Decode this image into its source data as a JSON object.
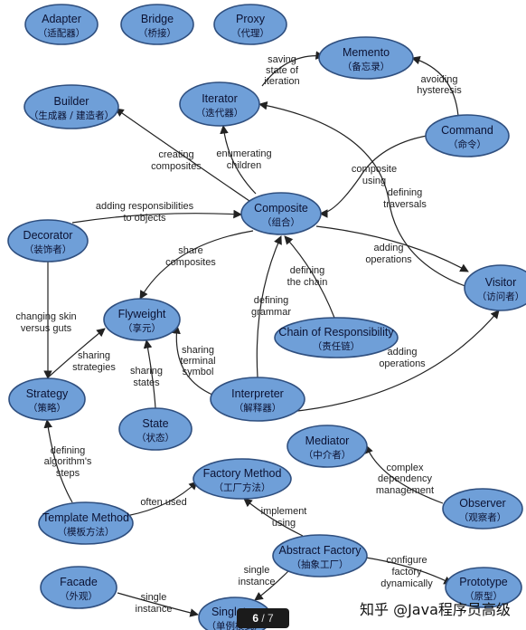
{
  "nodes": [
    {
      "id": "adapter",
      "name": "Adapter",
      "cn": "（适配器）"
    },
    {
      "id": "bridge",
      "name": "Bridge",
      "cn": "（桥接）"
    },
    {
      "id": "proxy",
      "name": "Proxy",
      "cn": "（代理）"
    },
    {
      "id": "memento",
      "name": "Memento",
      "cn": "（备忘录）"
    },
    {
      "id": "builder",
      "name": "Builder",
      "cn": "（生成器 / 建造者）"
    },
    {
      "id": "iterator",
      "name": "Iterator",
      "cn": "（迭代器）"
    },
    {
      "id": "command",
      "name": "Command",
      "cn": "（命令）"
    },
    {
      "id": "composite",
      "name": "Composite",
      "cn": "（组合）"
    },
    {
      "id": "decorator",
      "name": "Decorator",
      "cn": "（装饰者）"
    },
    {
      "id": "visitor",
      "name": "Visitor",
      "cn": "（访问者）"
    },
    {
      "id": "flyweight",
      "name": "Flyweight",
      "cn": "（享元）"
    },
    {
      "id": "chain",
      "name": "Chain of Responsibility",
      "cn": "（责任链）"
    },
    {
      "id": "strategy",
      "name": "Strategy",
      "cn": "（策略）"
    },
    {
      "id": "interpreter",
      "name": "Interpreter",
      "cn": "（解释器）"
    },
    {
      "id": "state",
      "name": "State",
      "cn": "（状态）"
    },
    {
      "id": "mediator",
      "name": "Mediator",
      "cn": "（中介者）"
    },
    {
      "id": "factory_method",
      "name": "Factory Method",
      "cn": "（工厂方法）"
    },
    {
      "id": "template_method",
      "name": "Template Method",
      "cn": "（模板方法）"
    },
    {
      "id": "observer",
      "name": "Observer",
      "cn": "（观察者）"
    },
    {
      "id": "abstract_factory",
      "name": "Abstract Factory",
      "cn": "（抽象工厂）"
    },
    {
      "id": "facade",
      "name": "Facade",
      "cn": "（外观）"
    },
    {
      "id": "prototype",
      "name": "Prototype",
      "cn": "（原型）"
    },
    {
      "id": "singleton",
      "name": "Singleton",
      "cn": "（单例模式）"
    }
  ],
  "edges": [
    {
      "from": "iterator",
      "to": "memento",
      "label": [
        "saving",
        "state of",
        "iteration"
      ]
    },
    {
      "from": "command",
      "to": "memento",
      "label": [
        "avoiding",
        "hysteresis"
      ]
    },
    {
      "from": "composite",
      "to": "builder",
      "label": [
        "creating",
        "composites"
      ]
    },
    {
      "from": "composite",
      "to": "iterator",
      "label": [
        "enumerating",
        "children"
      ]
    },
    {
      "from": "command",
      "to": "composite",
      "label": [
        "composite",
        "using"
      ]
    },
    {
      "from": "visitor",
      "to": "iterator",
      "label": [
        "defining",
        "traversals"
      ]
    },
    {
      "from": "decorator",
      "to": "composite",
      "label": [
        "adding responsibilities",
        "to objects"
      ]
    },
    {
      "from": "composite",
      "to": "flyweight",
      "label": [
        "share",
        "composites"
      ]
    },
    {
      "from": "composite",
      "to": "visitor",
      "label": [
        "adding",
        "operations"
      ]
    },
    {
      "from": "chain",
      "to": "composite",
      "label": [
        "defining",
        "the chain"
      ]
    },
    {
      "from": "interpreter",
      "to": "composite",
      "label": [
        "defining",
        "grammar"
      ]
    },
    {
      "from": "decorator",
      "to": "strategy",
      "label": [
        "changing skin",
        "versus guts"
      ]
    },
    {
      "from": "strategy",
      "to": "flyweight",
      "label": [
        "sharing",
        "strategies"
      ]
    },
    {
      "from": "state",
      "to": "flyweight",
      "label": [
        "sharing",
        "states"
      ]
    },
    {
      "from": "interpreter",
      "to": "flyweight",
      "label": [
        "sharing",
        "terminal",
        "symbol"
      ]
    },
    {
      "from": "interpreter",
      "to": "visitor",
      "label": [
        "adding",
        "operations"
      ]
    },
    {
      "from": "template_method",
      "to": "strategy",
      "label": [
        "defining",
        "algorithm's",
        "steps"
      ]
    },
    {
      "from": "template_method",
      "to": "factory_method",
      "label": [
        "often used"
      ]
    },
    {
      "from": "observer",
      "to": "mediator",
      "label": [
        "complex",
        "dependency",
        "management"
      ]
    },
    {
      "from": "abstract_factory",
      "to": "factory_method",
      "label": [
        "implement",
        "using"
      ]
    },
    {
      "from": "abstract_factory",
      "to": "singleton",
      "label": [
        "single",
        "instance"
      ]
    },
    {
      "from": "abstract_factory",
      "to": "prototype",
      "label": [
        "configure",
        "factory",
        "dynamically"
      ]
    },
    {
      "from": "facade",
      "to": "singleton",
      "label": [
        "single",
        "instance"
      ]
    }
  ],
  "overlay": {
    "page_current": "6",
    "page_total": "/ 7",
    "watermark": "知乎 @Java程序员高级"
  }
}
